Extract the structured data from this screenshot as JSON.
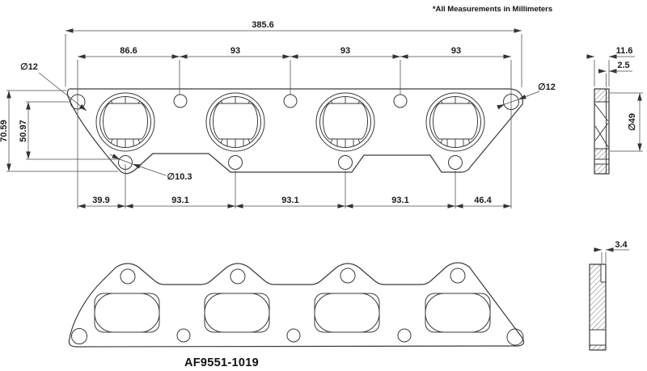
{
  "note": "*All Measurements in Millimeters",
  "part_number": "AF9551-1019",
  "colors": {
    "line": "#3a3a3a",
    "dim_line": "#4a4a4a",
    "text": "#1a1a1a",
    "background": "#ffffff"
  },
  "top_view": {
    "overall_width": "385.6",
    "upper_pitch": [
      "86.6",
      "93",
      "93",
      "93"
    ],
    "lower_pitch": [
      "39.9",
      "93.1",
      "93.1",
      "93.1",
      "46.4"
    ],
    "overall_height": "70.59",
    "lower_hole_drop": "50.97",
    "left_end_hole_dia": "∅12",
    "right_end_hole_dia": "∅12",
    "lower_hole_dia": "∅10.3"
  },
  "upper_side_view": {
    "overall_thickness": "11.6",
    "layer_thickness": "2.5",
    "port_dia": "∅49"
  },
  "lower_side_view": {
    "step_thickness": "3.4"
  }
}
